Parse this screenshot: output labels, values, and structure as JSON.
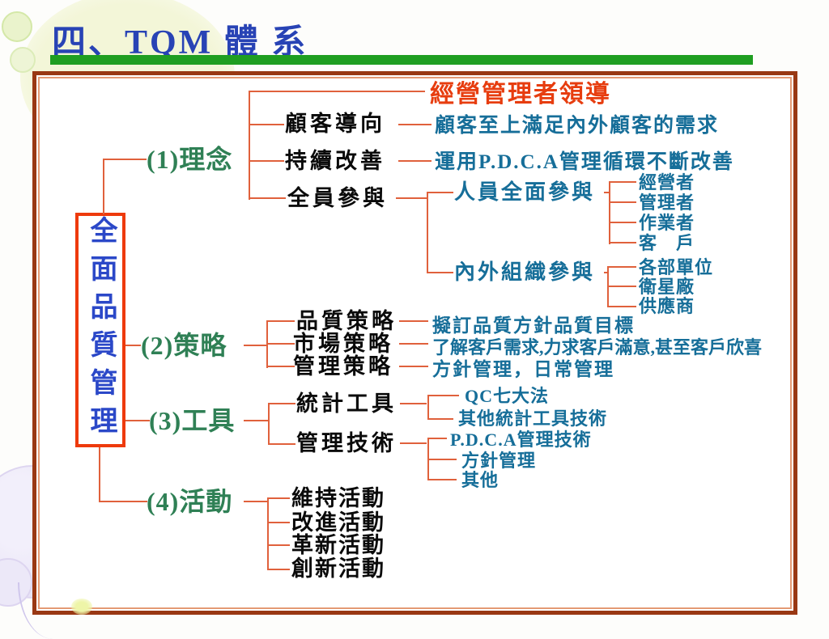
{
  "title": "四、TQM 體 系",
  "root_label": "全面品質管理",
  "branches": [
    {
      "label": "(1)理念",
      "heading": "經營管理者領導",
      "items": [
        {
          "label": "顧客導向",
          "desc": "顧客至上滿足內外顧客的需求"
        },
        {
          "label": "持續改善",
          "desc": "運用P.D.C.A管理循環不斷改善"
        },
        {
          "label": "全員參與"
        }
      ],
      "groups": [
        {
          "label": "人員全面參與",
          "leaves": [
            "經營者",
            "管理者",
            "作業者",
            "客　戶"
          ]
        },
        {
          "label": "內外組織參與",
          "leaves": [
            "各部單位",
            "衛星廠",
            "供應商"
          ]
        }
      ]
    },
    {
      "label": "(2)策略",
      "items": [
        {
          "label": "品質策略",
          "desc": "擬訂品質方針品質目標"
        },
        {
          "label": "市場策略",
          "desc": "了解客戶需求,力求客戶滿意,甚至客戶欣喜"
        },
        {
          "label": "管理策略",
          "desc": "方針管理，日常管理"
        }
      ]
    },
    {
      "label": "(3)工具",
      "items": [
        {
          "label": "統計工具",
          "leaves": [
            "QC七大法",
            "其他統計工具技術"
          ]
        },
        {
          "label": "管理技術",
          "leaves": [
            "P.D.C.A管理技術",
            "方針管理",
            "其他"
          ]
        }
      ]
    },
    {
      "label": "(4)活動",
      "items": [
        {
          "label": "維持活動"
        },
        {
          "label": "改進活動"
        },
        {
          "label": "革新活動"
        },
        {
          "label": "創新活動"
        }
      ]
    }
  ],
  "colors": {
    "title_blue": "#2843b5",
    "underline_green": "#1f9e21",
    "frame_brown": "#993813",
    "root_border_red": "#ee3a0c",
    "root_text_blue": "#2b48c8",
    "branch_green": "#2f8055",
    "item_black": "#0a0a0a",
    "heading_red": "#e73d0f",
    "desc_teal": "#166e99",
    "connector_coral": "#e0613c"
  }
}
